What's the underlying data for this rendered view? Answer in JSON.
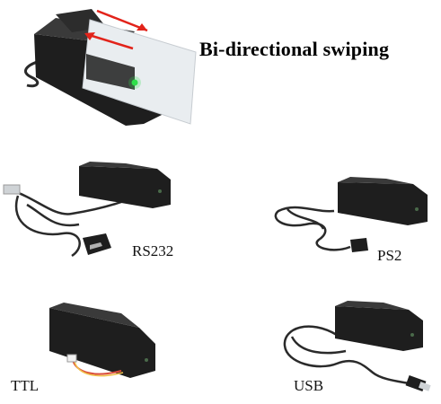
{
  "headline": "Bi-directional swiping",
  "variants": [
    {
      "label": "RS232"
    },
    {
      "label": "PS2"
    },
    {
      "label": "TTL"
    },
    {
      "label": "USB"
    }
  ],
  "colors": {
    "reader_body": "#1e1e1e",
    "arrow": "#e2231a",
    "status_led": "#2fe04a",
    "card": "#e9edf0"
  }
}
